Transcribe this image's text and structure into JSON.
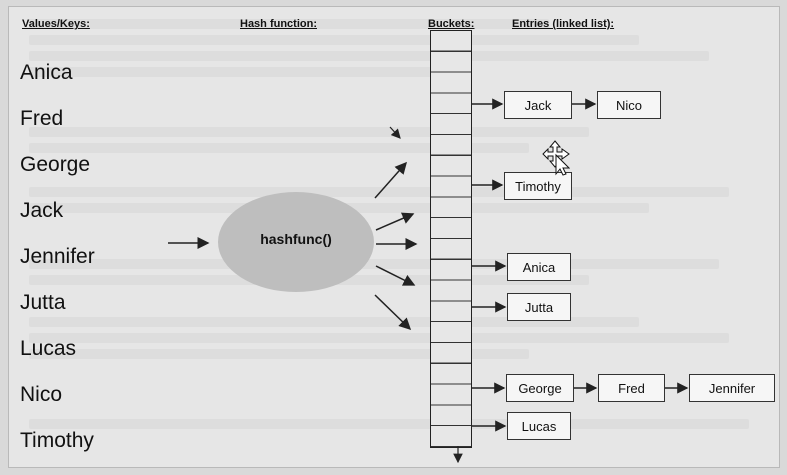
{
  "headers": {
    "values_keys": "Values/Keys:",
    "hash_function": "Hash function:",
    "buckets": "Buckets:",
    "entries": "Entries (linked list):"
  },
  "values": [
    "Anica",
    "Fred",
    "George",
    "Jack",
    "Jennifer",
    "Jutta",
    "Lucas",
    "Nico",
    "Timothy"
  ],
  "hash_function_label": "hashfunc()",
  "entries": {
    "bucket_jack": [
      "Jack",
      "Nico"
    ],
    "bucket_timothy": [
      "Timothy"
    ],
    "bucket_anica": [
      "Anica"
    ],
    "bucket_jutta": [
      "Jutta"
    ],
    "bucket_george": [
      "George",
      "Fred",
      "Jennifer"
    ],
    "bucket_lucas": [
      "Lucas"
    ]
  },
  "colors": {
    "hash_oval": "#bcbcbc",
    "line": "#222222"
  },
  "icons": {
    "cursor": "move-cursor-icon"
  }
}
